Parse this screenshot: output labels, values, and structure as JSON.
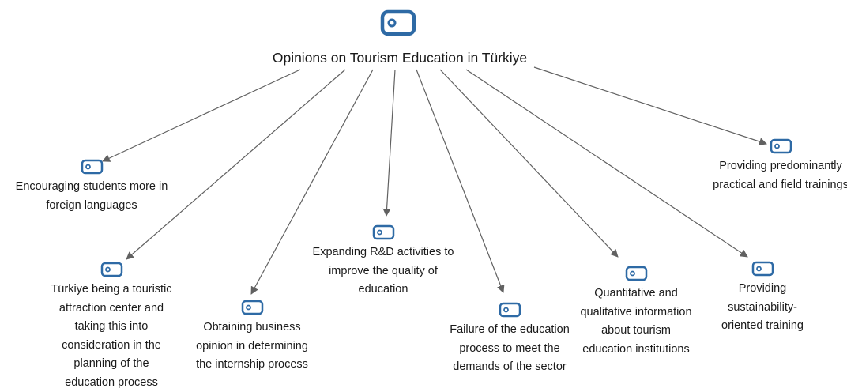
{
  "diagram": {
    "root": {
      "label": "Opinions on Tourism Education in Türkiye",
      "icon": "code-tag-icon"
    },
    "children": [
      {
        "id": "n1",
        "label": "Encouraging students more in foreign languages",
        "icon": "code-tag-icon"
      },
      {
        "id": "n2",
        "label": "Türkiye being a touristic attraction center and taking this into consideration in the planning of the education process",
        "icon": "code-tag-icon"
      },
      {
        "id": "n3",
        "label": "Obtaining business opinion in determining the internship process",
        "icon": "code-tag-icon"
      },
      {
        "id": "n4",
        "label": "Expanding R&D activities to improve the quality of education",
        "icon": "code-tag-icon"
      },
      {
        "id": "n5",
        "label": "Failure of the education process to meet the demands of the sector",
        "icon": "code-tag-icon"
      },
      {
        "id": "n6",
        "label": "Quantitative and qualitative information about tourism education institutions",
        "icon": "code-tag-icon"
      },
      {
        "id": "n7",
        "label": "Providing sustainability-oriented training",
        "icon": "code-tag-icon"
      },
      {
        "id": "n8",
        "label": "Providing predominantly practical and field trainings",
        "icon": "code-tag-icon"
      }
    ],
    "colors": {
      "icon": "#2e6aa5",
      "arrow": "#616161",
      "text": "#1a1a1a"
    }
  }
}
